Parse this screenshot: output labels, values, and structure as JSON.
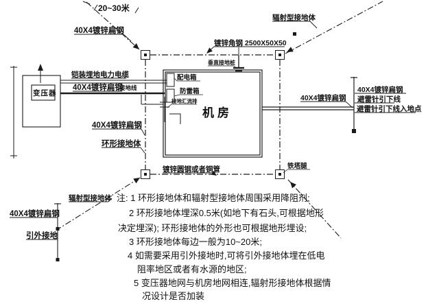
{
  "labels": {
    "top_span": "20~30米",
    "flat_steel": "40X4镀锌扁钢",
    "radial_ground": "辐射型接地体",
    "angle_steel": "镀锌角钢 2500X50X50",
    "vertical_rod": "垂直接地桩",
    "armored_cable": "铠装埋地电力电缆",
    "distribution_box": "配电箱",
    "lightning_box": "防雷箱",
    "ground_busbar": "接地汇流排",
    "ground_wire": "接地线",
    "transformer": "变压器",
    "machine_room": "机房",
    "ring_ground": "环形接地体",
    "lightning_down_conductor": "避雷针引下线",
    "lightning_entry_point": "避雷针引下线入地点",
    "tower_leg": "铁塔腿",
    "ring_material": "镀锌圆钢或者铜管",
    "external_ground": "引外接地"
  },
  "notes": {
    "lines": [
      "注: 1 环形接地体和辐射型接地体周围采用降阻剂;",
      "2 环形接地体埋深0.5米(如地下有石头,可根据地形",
      "决定埋深); 环形接地体的外形也可根据地形埋设;",
      "3 环形接地体每边一般为10~20米;",
      "4 如需要采用引外接地时,可将引外接地体埋在低电",
      "阻率地区或者有水源的地区;",
      "5 变压器地网与机房地网相连,辐射形接地体根据情",
      "况设计是否加装"
    ]
  },
  "colors": {
    "line": "#1a1a1a",
    "text": "#111111",
    "background": "#ffffff"
  }
}
